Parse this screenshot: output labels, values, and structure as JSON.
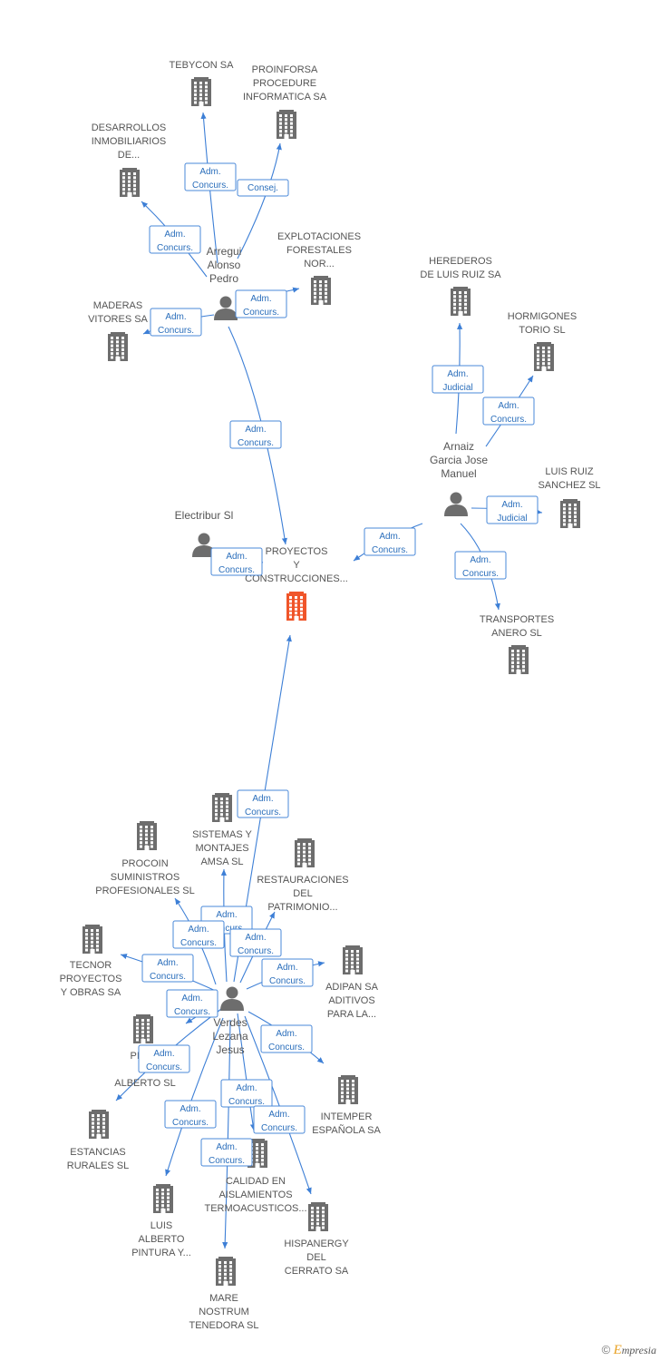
{
  "nodes": [
    {
      "id": "main",
      "kind": "company",
      "highlight": true,
      "label": [
        "PROYECTOS",
        "Y",
        "CONSTRUCCIONES..."
      ]
    },
    {
      "id": "tebycon",
      "kind": "company",
      "label": [
        "TEBYCON SA"
      ]
    },
    {
      "id": "proinforsa",
      "kind": "company",
      "label": [
        "PROINFORSA",
        "PROCEDURE",
        "INFORMATICA SA"
      ]
    },
    {
      "id": "desarrollos",
      "kind": "company",
      "label": [
        "DESARROLLOS",
        "INMOBILIARIOS",
        "DE..."
      ]
    },
    {
      "id": "explotaciones",
      "kind": "company",
      "label": [
        "EXPLOTACIONES",
        "FORESTALES",
        "NOR..."
      ]
    },
    {
      "id": "maderas",
      "kind": "company",
      "label": [
        "MADERAS",
        "VITORES SA"
      ]
    },
    {
      "id": "arregui",
      "kind": "person",
      "label": [
        "Arregui",
        "Alonso",
        "Pedro"
      ]
    },
    {
      "id": "electribur",
      "kind": "person",
      "label": [
        "Electribur Sl"
      ]
    },
    {
      "id": "herederos",
      "kind": "company",
      "label": [
        "HEREDEROS",
        "DE LUIS RUIZ SA"
      ]
    },
    {
      "id": "hormigones",
      "kind": "company",
      "label": [
        "HORMIGONES",
        "TORIO SL"
      ]
    },
    {
      "id": "arnaiz",
      "kind": "person",
      "label": [
        "Arnaiz",
        "Garcia Jose",
        "Manuel"
      ]
    },
    {
      "id": "luisruiz",
      "kind": "company",
      "label": [
        "LUIS RUIZ",
        "SANCHEZ SL"
      ]
    },
    {
      "id": "transportes",
      "kind": "company",
      "label": [
        "TRANSPORTES",
        "ANERO SL"
      ]
    },
    {
      "id": "verdes",
      "kind": "person",
      "label": [
        "Verdes",
        "Lezana",
        "Jesus"
      ]
    },
    {
      "id": "sistemas",
      "kind": "company",
      "label": [
        "SISTEMAS Y",
        "MONTAJES",
        "AMSA SL"
      ]
    },
    {
      "id": "procoin",
      "kind": "company",
      "label": [
        "PROCOIN",
        "SUMINISTROS",
        "PROFESIONALES SL"
      ]
    },
    {
      "id": "restauraciones",
      "kind": "company",
      "label": [
        "RESTAURACIONES",
        "DEL",
        "PATRIMONIO..."
      ]
    },
    {
      "id": "tecnor",
      "kind": "company",
      "label": [
        "TECNOR",
        "PROYECTOS",
        "Y OBRAS SA"
      ]
    },
    {
      "id": "adipan",
      "kind": "company",
      "label": [
        "ADIPAN SA",
        "ADITIVOS",
        "PARA LA..."
      ]
    },
    {
      "id": "pinturas",
      "kind": "company",
      "label": [
        "PINT...",
        "L...",
        "ALBERTO SL"
      ]
    },
    {
      "id": "intemper",
      "kind": "company",
      "label": [
        "INTEMPER",
        "ESPAÑOLA SA"
      ]
    },
    {
      "id": "estancias",
      "kind": "company",
      "label": [
        "ESTANCIAS",
        "RURALES SL"
      ]
    },
    {
      "id": "calidad",
      "kind": "company",
      "label": [
        "CALIDAD EN",
        "AISLAMIENTOS",
        "TERMOACUSTICOS..."
      ]
    },
    {
      "id": "luisalberto",
      "kind": "company",
      "label": [
        "LUIS",
        "ALBERTO",
        "PINTURA Y..."
      ]
    },
    {
      "id": "hispanergy",
      "kind": "company",
      "label": [
        "HISPANERGY",
        "DEL",
        "CERRATO SA"
      ]
    },
    {
      "id": "mare",
      "kind": "company",
      "label": [
        "MARE",
        "NOSTRUM",
        "TENEDORA SL"
      ]
    }
  ],
  "edges": [
    {
      "from": "arregui",
      "to": "tebycon",
      "label": [
        "Adm.",
        "Concurs."
      ]
    },
    {
      "from": "arregui",
      "to": "proinforsa",
      "label": [
        "Consej."
      ]
    },
    {
      "from": "arregui",
      "to": "desarrollos",
      "label": [
        "Adm.",
        "Concurs."
      ]
    },
    {
      "from": "arregui",
      "to": "explotaciones",
      "label": [
        "Adm.",
        "Concurs."
      ]
    },
    {
      "from": "arregui",
      "to": "maderas",
      "label": [
        "Adm.",
        "Concurs."
      ]
    },
    {
      "from": "arregui",
      "to": "main",
      "label": [
        "Adm.",
        "Concurs."
      ]
    },
    {
      "from": "electribur",
      "to": "main",
      "label": [
        "Adm.",
        "Concurs."
      ]
    },
    {
      "from": "arnaiz",
      "to": "herederos",
      "label": [
        "Adm.",
        "Judicial"
      ]
    },
    {
      "from": "arnaiz",
      "to": "hormigones",
      "label": [
        "Adm.",
        "Concurs."
      ]
    },
    {
      "from": "arnaiz",
      "to": "luisruiz",
      "label": [
        "Adm.",
        "Judicial"
      ]
    },
    {
      "from": "arnaiz",
      "to": "main",
      "label": [
        "Adm.",
        "Concurs."
      ]
    },
    {
      "from": "arnaiz",
      "to": "transportes",
      "label": [
        "Adm.",
        "Concurs."
      ]
    },
    {
      "from": "verdes",
      "to": "main",
      "label": [
        "Adm.",
        "Concurs."
      ]
    },
    {
      "from": "verdes",
      "to": "sistemas",
      "label": [
        "Adm.",
        "Concurs."
      ]
    },
    {
      "from": "verdes",
      "to": "procoin",
      "label": [
        "Adm.",
        "Concurs."
      ]
    },
    {
      "from": "verdes",
      "to": "restauraciones",
      "label": [
        "Adm.",
        "Concurs."
      ]
    },
    {
      "from": "verdes",
      "to": "tecnor",
      "label": [
        "Adm.",
        "Concurs."
      ]
    },
    {
      "from": "verdes",
      "to": "adipan",
      "label": [
        "Adm.",
        "Concurs."
      ]
    },
    {
      "from": "verdes",
      "to": "pinturas",
      "label": [
        "Adm.",
        "Concurs."
      ]
    },
    {
      "from": "verdes",
      "to": "intemper",
      "label": [
        "Adm.",
        "Concurs."
      ]
    },
    {
      "from": "verdes",
      "to": "estancias",
      "label": [
        "Adm.",
        "Concurs."
      ]
    },
    {
      "from": "verdes",
      "to": "calidad",
      "label": [
        "Adm.",
        "Concurs."
      ]
    },
    {
      "from": "verdes",
      "to": "luisalberto",
      "label": [
        "Adm.",
        "Concurs."
      ]
    },
    {
      "from": "verdes",
      "to": "hispanergy",
      "label": [
        "Adm.",
        "Concurs."
      ]
    },
    {
      "from": "verdes",
      "to": "mare",
      "label": [
        "Adm.",
        "Concurs."
      ]
    }
  ],
  "footer": {
    "copyright": "©",
    "brand_initial": "E",
    "brand_rest": "mpresia"
  },
  "colors": {
    "company": "#6d6d6d",
    "highlight": "#f0552a",
    "person": "#6d6d6d",
    "edge": "#3d7fd6",
    "edge_label": "#2a6ebb"
  }
}
